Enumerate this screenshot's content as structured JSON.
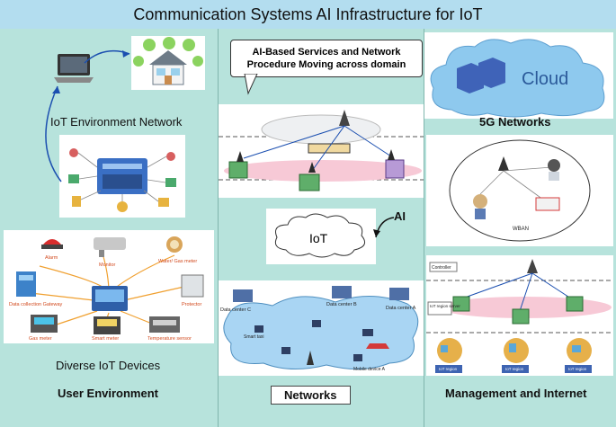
{
  "title": "Communication Systems AI Infrastructure for IoT",
  "left": {
    "iot_env_label": "IoT Environment Network",
    "devices_label": "Diverse IoT Devices",
    "footer": "User Environment",
    "device_tags": [
      "Alarm",
      "Monitor",
      "Water/ Gas meter",
      "Data collection Gateway",
      "Protector",
      "Temperature sensor",
      "Gas meter",
      "Smart meter"
    ]
  },
  "middle": {
    "callout": "AI-Based Services and Network Procedure Moving across domain",
    "iot_cloud": "IoT",
    "ai_label": "AI",
    "dc_c": "Data center C",
    "dc_b": "Data center B",
    "dc_a": "Data center A",
    "smart_taxi": "Smart taxi",
    "mobile_device": "Mobile device A",
    "footer": "Networks"
  },
  "right": {
    "cloud_label": "Cloud",
    "fiveg_label": "5G Networks",
    "wban": "WBAN",
    "controller": "Controller",
    "iot_region_server": "IoT region server",
    "iot_region": "IoT region",
    "footer": "Management and Internet"
  },
  "colors": {
    "header_bg": "#b3ddef",
    "panel_bg": "#b7e3dc",
    "cloud_blue": "#8ec9ee"
  }
}
